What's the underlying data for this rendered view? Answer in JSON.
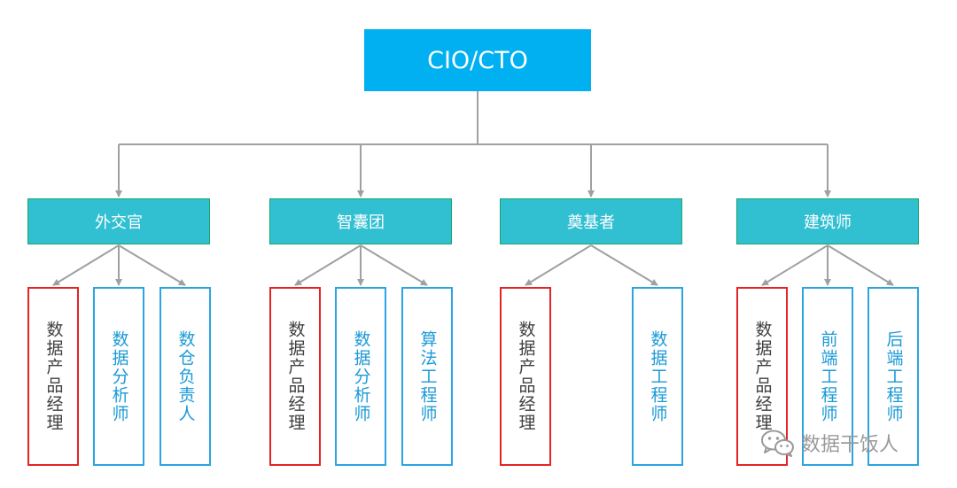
{
  "root": {
    "label": "CIO/CTO"
  },
  "teams": [
    {
      "label": "外交官",
      "roles": [
        {
          "label": "数据产品经理",
          "kind": "lead"
        },
        {
          "label": "数据分析师",
          "kind": "member"
        },
        {
          "label": "数仓负责人",
          "kind": "member"
        }
      ]
    },
    {
      "label": "智囊团",
      "roles": [
        {
          "label": "数据产品经理",
          "kind": "lead"
        },
        {
          "label": "数据分析师",
          "kind": "member"
        },
        {
          "label": "算法工程师",
          "kind": "member"
        }
      ]
    },
    {
      "label": "奠基者",
      "roles": [
        {
          "label": "数据产品经理",
          "kind": "lead"
        },
        {
          "label": "数据工程师",
          "kind": "member"
        }
      ]
    },
    {
      "label": "建筑师",
      "roles": [
        {
          "label": "数据产品经理",
          "kind": "lead"
        },
        {
          "label": "前端工程师",
          "kind": "member"
        },
        {
          "label": "后端工程师",
          "kind": "member"
        }
      ]
    }
  ],
  "watermark": {
    "text": "数据干饭人",
    "icon": "wechat-icon"
  },
  "colors": {
    "root_fill": "#00b0f0",
    "team_fill": "#31bfd2",
    "team_border": "#1aa56a",
    "lead_border": "#e32427",
    "member_border": "#2ba5e2",
    "member_text": "#1b9ad6",
    "connector": "#a0a0a0"
  }
}
